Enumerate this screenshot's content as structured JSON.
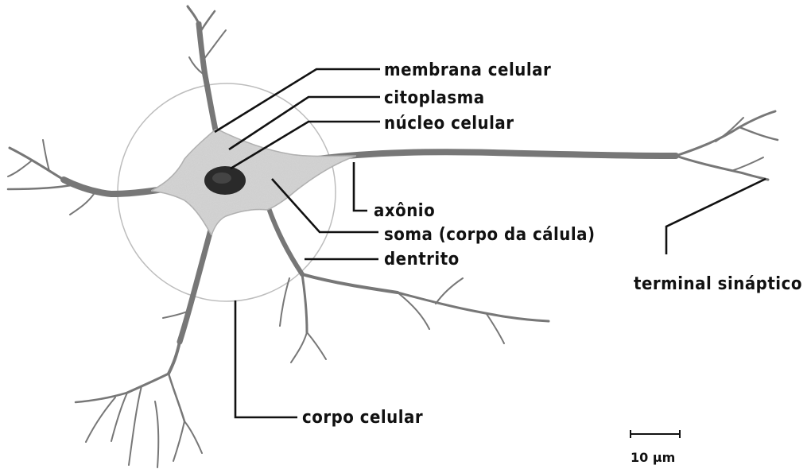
{
  "labels": {
    "membrana": "membrana celular",
    "citoplasma": "citoplasma",
    "nucleo": "núcleo celular",
    "axonio": "axônio",
    "soma": "soma (corpo da cálula)",
    "dentrito": "dentrito",
    "terminal": "terminal sináptico",
    "corpo": "corpo celular"
  },
  "scale_bar": {
    "label": "10 μm"
  },
  "colors": {
    "text": "#111111",
    "cell_fill": "#d9d9d9",
    "nucleus": "#2a2a2a",
    "outline": "#bdbdbd"
  }
}
